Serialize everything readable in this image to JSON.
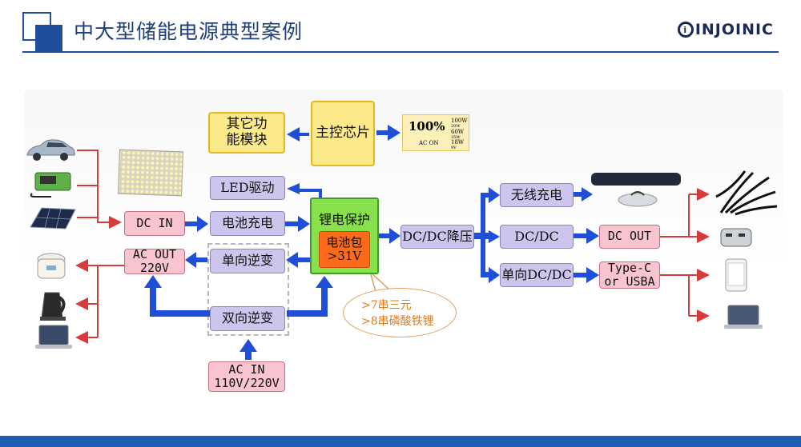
{
  "header": {
    "title": "中大型储能电源典型案例",
    "logo_text": "INJOINIC"
  },
  "blocks": {
    "other_modules": "其它功\n能模块",
    "main_chip": "主控芯片",
    "led_driver": "LED驱动",
    "dc_in": "DC IN",
    "battery_charge": "电池充电",
    "li_protect": "锂电保护",
    "battery_pack": "电池包\n>31V",
    "ac_out": "AC OUT\n220V",
    "single_inverter": "单向逆变",
    "bidirectional_inverter": "双向逆变",
    "ac_in": "AC IN\n110V/220V",
    "dcdc_buck": "DC/DC降压",
    "wireless_charge": "无线充电",
    "dcdc": "DC/DC",
    "single_dcdc": "单向DC/DC",
    "dc_out": "DC OUT",
    "type_c": "Type-C\nor USBA"
  },
  "display_panel": {
    "percent": "100%",
    "ac_on": "AC ON",
    "readings": [
      "100W",
      "20W",
      "60W",
      "35W",
      "18W",
      "9V"
    ]
  },
  "callout": {
    "line1": ">7串三元",
    "line2": ">8串磷酸铁锂"
  },
  "colors": {
    "blue_arrow": "#1f4fd6",
    "red_line": "#d83a3a",
    "brand_blue": "#1f4e9c"
  }
}
